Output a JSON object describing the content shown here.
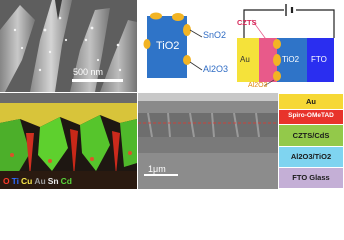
{
  "sem": {
    "scalebar_label": "500 nm"
  },
  "rod": {
    "core_label": "TiO2",
    "shell_top_label": "SnO2",
    "shell_bottom_label": "Al2O3",
    "colors": {
      "core": "#2f74c8",
      "shell": "#f2b424",
      "core_text": "#ffffff",
      "label_blue": "#2f6cc4",
      "label_orange": "#e08a10"
    }
  },
  "device": {
    "absorber_label": "CZTS",
    "electrode_label": "Au",
    "core_label": "TiO2",
    "fto_label": "FTO",
    "shell_label": "Al2O3",
    "colors": {
      "au": "#f5e23a",
      "tio2": "#2f74c8",
      "fto": "#2a2ef0",
      "absorber": "#e85a8a",
      "shell": "#f2b424"
    }
  },
  "eds": {
    "legend": [
      {
        "symbol": "O",
        "color": "#ff3a2a"
      },
      {
        "symbol": "Ti",
        "color": "#2e6bff"
      },
      {
        "symbol": "Cu",
        "color": "#f6e64a"
      },
      {
        "symbol": "Au",
        "color": "#9b9b9b"
      },
      {
        "symbol": "Sn",
        "color": "#e8e8e8"
      },
      {
        "symbol": "Cd",
        "color": "#58d23a"
      }
    ]
  },
  "cross": {
    "scalebar_label": "1μm",
    "layers": [
      {
        "label": "Au",
        "color": "#f6d835"
      },
      {
        "label": "Spiro-OMeTAD",
        "color": "#e8332b",
        "text_color": "#ffffff"
      },
      {
        "label": "CZTS/CdS",
        "color": "#93c94a"
      },
      {
        "label": "Al2O3/TiO2",
        "color": "#7fd4f0"
      },
      {
        "label": "FTO Glass",
        "color": "#c4afd6"
      }
    ]
  }
}
